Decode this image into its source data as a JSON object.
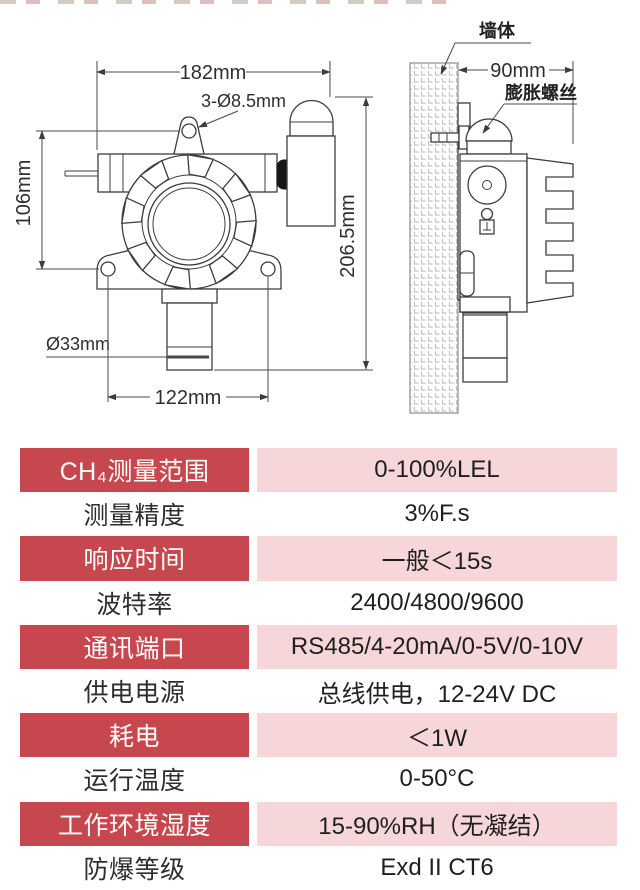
{
  "drawing": {
    "front_view": {
      "width_label": "182mm",
      "holes_label": "3-Ø8.5mm",
      "height_label": "106mm",
      "probe_diameter_label": "Ø33mm",
      "hole_spacing_label": "122mm",
      "total_height_label": "206.5mm"
    },
    "side_view": {
      "wall_label": "墙体",
      "depth_label": "90mm",
      "screw_label": "膨胀螺丝"
    }
  },
  "colors": {
    "highlight_red": "#c6484e",
    "highlight_pink": "#f6d6d8"
  },
  "spec_table": {
    "rows": [
      {
        "label": "CH₄测量范围",
        "value": "0-100%LEL",
        "highlight": true
      },
      {
        "label": "测量精度",
        "value": "3%F.s",
        "highlight": false
      },
      {
        "label": "响应时间",
        "value": "一般＜15s",
        "highlight": true
      },
      {
        "label": "波特率",
        "value": "2400/4800/9600",
        "highlight": false
      },
      {
        "label": "通讯端口",
        "value": "RS485/4-20mA/0-5V/0-10V",
        "highlight": true
      },
      {
        "label": "供电电源",
        "value": "总线供电，12-24V DC",
        "highlight": false
      },
      {
        "label": "耗电",
        "value": "＜1W",
        "highlight": true
      },
      {
        "label": "运行温度",
        "value": "0-50°C",
        "highlight": false
      },
      {
        "label": "工作环境湿度",
        "value": "15-90%RH（无凝结）",
        "highlight": true
      },
      {
        "label": "防爆等级",
        "value": "Exd II CT6",
        "highlight": false
      }
    ]
  }
}
